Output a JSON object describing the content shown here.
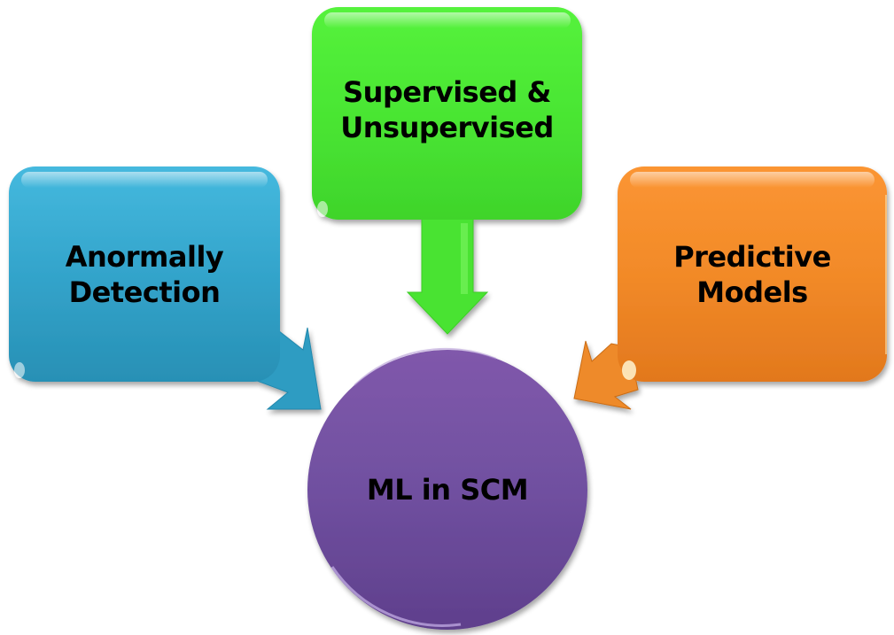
{
  "diagram": {
    "center": {
      "label": "ML in SCM",
      "color": "#7b55a6",
      "color_dark": "#5e3f88"
    },
    "nodes": [
      {
        "id": "anomaly",
        "lines": [
          "Anormally",
          "Detection"
        ],
        "color": "#35a9cf",
        "color_dark": "#2388ab",
        "arrow_direction": "down-right",
        "points_to": "ML in SCM"
      },
      {
        "id": "supervised",
        "lines": [
          "Supervised &",
          "Unsupervised"
        ],
        "color": "#4ceb34",
        "color_dark": "#3cc42a",
        "arrow_direction": "down",
        "points_to": "ML in SCM"
      },
      {
        "id": "predictive",
        "lines": [
          "Predictive",
          "Models"
        ],
        "color": "#f48f2b",
        "color_dark": "#d9741a",
        "arrow_direction": "down-left",
        "points_to": "ML in SCM"
      }
    ]
  }
}
